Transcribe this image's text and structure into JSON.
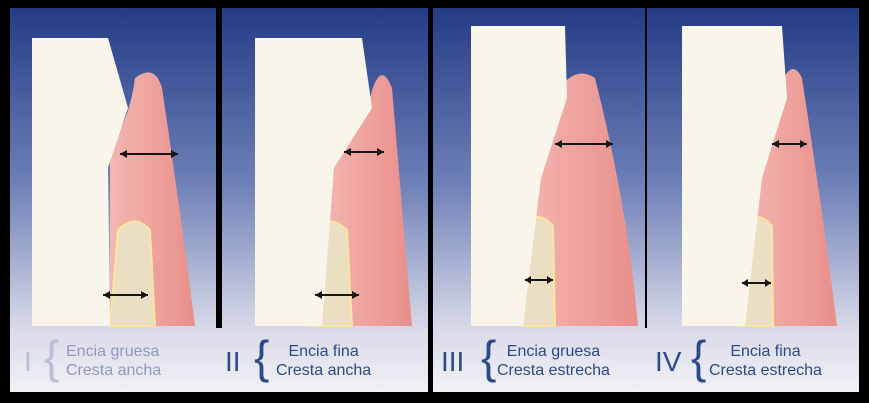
{
  "colors": {
    "background_top": "#233c86",
    "background_bottom": "#d7d9e8",
    "tooth": "#faf5ea",
    "gingiva": "#ee9f9a",
    "bone": "#eadfc3",
    "arrows": "#151515",
    "label_text": "#2a4a8a"
  },
  "panels": [
    {
      "numeral": "I",
      "line1": "Encia gruesa",
      "line2": "Cresta ancha"
    },
    {
      "numeral": "II",
      "line1": "Encia fina",
      "line2": "Cresta ancha"
    },
    {
      "numeral": "III",
      "line1": "Encia gruesa",
      "line2": "Cresta estrecha"
    },
    {
      "numeral": "IV",
      "line1": "Encia fina",
      "line2": "Cresta estrecha"
    }
  ]
}
